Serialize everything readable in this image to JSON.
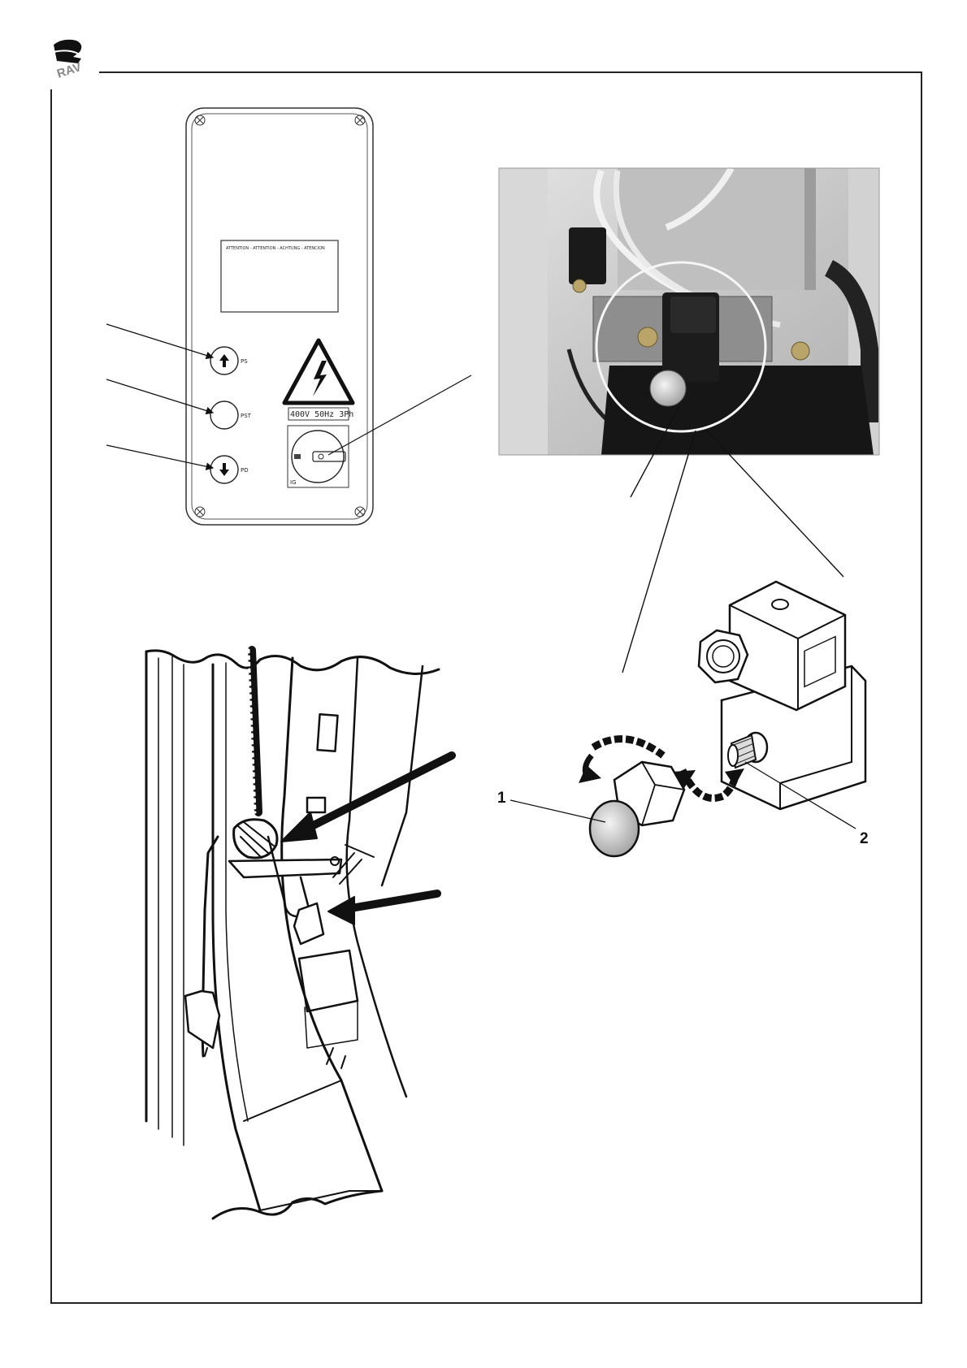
{
  "logo": {
    "text": "RAV"
  },
  "control_panel": {
    "display_text": "ATTENTION - ATTENTION - ACHTUNG - ATENCION",
    "buttons": [
      {
        "label": "PS",
        "icon": "arrow-up-icon"
      },
      {
        "label": "PST",
        "icon": ""
      },
      {
        "label": "PD",
        "icon": "arrow-down-icon"
      }
    ],
    "warning_symbol": "high-voltage-icon",
    "voltage_label": "400V 50Hz 3Ph",
    "switch_label": "IG"
  },
  "solenoid_diagram": {
    "callouts": [
      "1",
      "2"
    ]
  },
  "colors": {
    "line": "#111111",
    "frame": "#222222",
    "photo_bg": "#cfcfcf"
  }
}
